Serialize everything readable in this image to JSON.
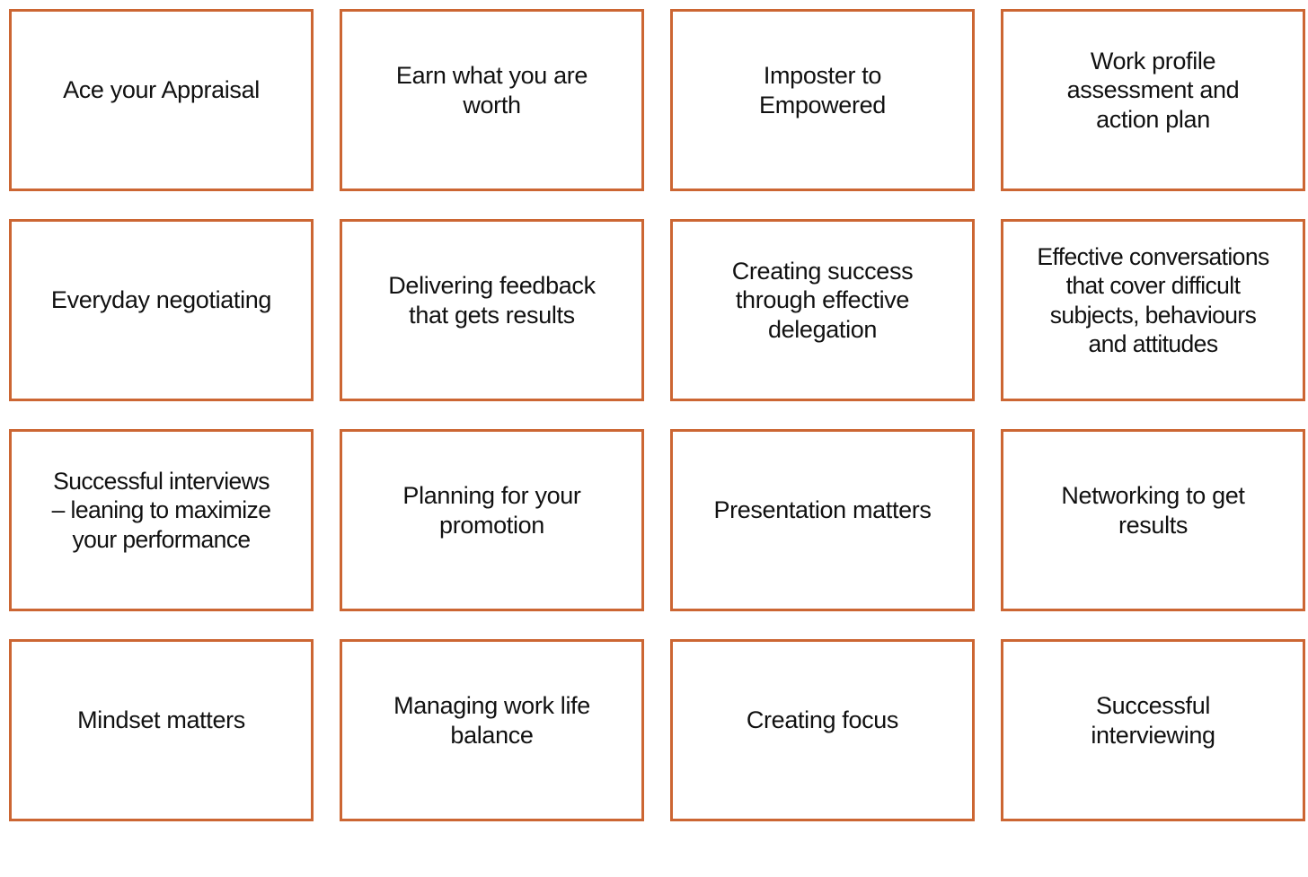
{
  "meta": {
    "layout": "4x4 grid of bordered topic cards",
    "background_color": "#ffffff",
    "card_border_color": "#cc6633",
    "card_fill_color": "#ffffff",
    "text_color": "#111111"
  },
  "cards": [
    {
      "id": "ace-your-appraisal",
      "label": "Ace your Appraisal",
      "row": 1,
      "col": 1
    },
    {
      "id": "earn-what-you-are-worth",
      "label": "Earn what you are\nworth",
      "row": 1,
      "col": 2
    },
    {
      "id": "imposter-to-empowered",
      "label": "Imposter to\nEmpowered",
      "row": 1,
      "col": 3
    },
    {
      "id": "work-profile-assessment",
      "label": "Work profile\nassessment and\naction plan",
      "row": 1,
      "col": 4
    },
    {
      "id": "everyday-negotiating",
      "label": "Everyday negotiating",
      "row": 2,
      "col": 1
    },
    {
      "id": "delivering-feedback",
      "label": "Delivering feedback\nthat gets results",
      "row": 2,
      "col": 2
    },
    {
      "id": "creating-success",
      "label": "Creating success\nthrough effective\ndelegation",
      "row": 2,
      "col": 3
    },
    {
      "id": "effective-conversations",
      "label": "Effective conversations\nthat cover difficult\nsubjects, behaviours\nand attitudes",
      "row": 2,
      "col": 4
    },
    {
      "id": "successful-interviews",
      "label": "Successful interviews\n– leaning to maximize\nyour performance",
      "row": 3,
      "col": 1
    },
    {
      "id": "planning-for-promotion",
      "label": "Planning for your\npromotion",
      "row": 3,
      "col": 2
    },
    {
      "id": "presentation-matters",
      "label": "Presentation matters",
      "row": 3,
      "col": 3
    },
    {
      "id": "networking-to-get-results",
      "label": "Networking to get\nresults",
      "row": 3,
      "col": 4
    },
    {
      "id": "mindset-matters",
      "label": "Mindset matters",
      "row": 4,
      "col": 1
    },
    {
      "id": "managing-work-life-balance",
      "label": "Managing work life\nbalance",
      "row": 4,
      "col": 2
    },
    {
      "id": "creating-focus",
      "label": "Creating focus",
      "row": 4,
      "col": 3
    },
    {
      "id": "successful-interviewing",
      "label": "Successful\ninterviewing",
      "row": 4,
      "col": 4
    }
  ]
}
